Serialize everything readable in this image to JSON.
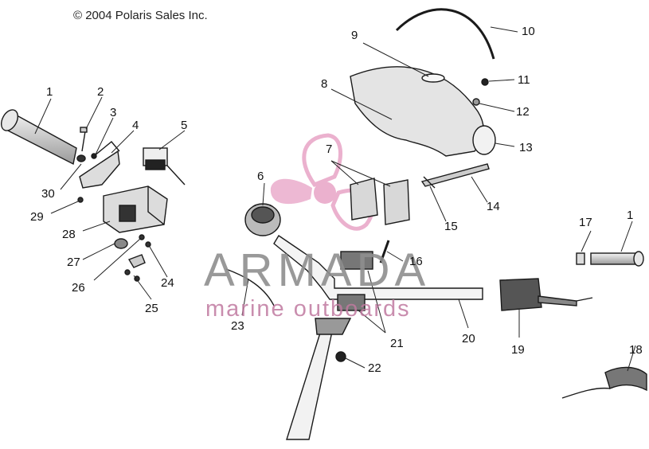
{
  "copyright": "© 2004 Polaris Sales Inc.",
  "watermark": {
    "title": "ARMADA",
    "subtitle": "marine outboards",
    "accent_color": "#e9a9c9"
  },
  "callouts": {
    "c1a": "1",
    "c1b": "1",
    "c2": "2",
    "c3": "3",
    "c4": "4",
    "c5": "5",
    "c6": "6",
    "c7": "7",
    "c8": "8",
    "c9": "9",
    "c10": "10",
    "c11": "11",
    "c12": "12",
    "c13": "13",
    "c14": "14",
    "c15": "15",
    "c16": "16",
    "c17": "17",
    "c18": "18",
    "c19": "19",
    "c20": "20",
    "c21": "21",
    "c22": "22",
    "c23": "23",
    "c24": "24",
    "c25": "25",
    "c26": "26",
    "c27": "27",
    "c28": "28",
    "c29": "29",
    "c30": "30"
  }
}
